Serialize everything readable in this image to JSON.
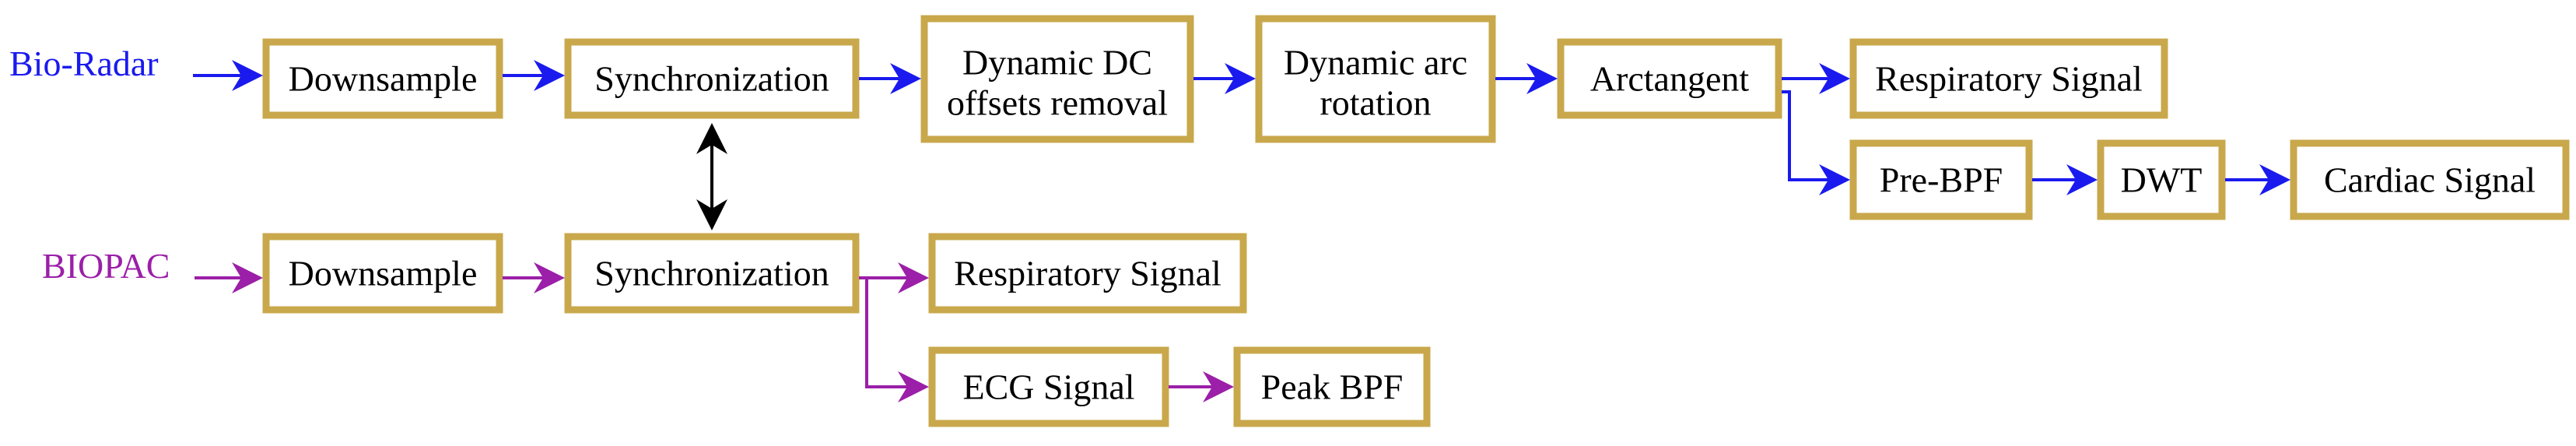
{
  "colors": {
    "radar_line": "#1a1aee",
    "biopac_line": "#9b1fa8",
    "box_border": "#c9a84c",
    "sync_link": "#000000"
  },
  "sources": {
    "radar": "Bio-Radar",
    "biopac": "BIOPAC"
  },
  "radar_chain": {
    "downsample": "Downsample",
    "synchronization": "Synchronization",
    "dc_removal": [
      "Dynamic DC",
      "offsets removal"
    ],
    "arc_rotation": [
      "Dynamic arc",
      "rotation"
    ],
    "arctangent": "Arctangent",
    "respiratory": "Respiratory Signal",
    "pre_bpf": "Pre-BPF",
    "dwt": "DWT",
    "cardiac": "Cardiac Signal"
  },
  "biopac_chain": {
    "downsample": "Downsample",
    "synchronization": "Synchronization",
    "respiratory": "Respiratory Signal",
    "ecg": "ECG Signal",
    "peak_bpf": "Peak BPF"
  }
}
